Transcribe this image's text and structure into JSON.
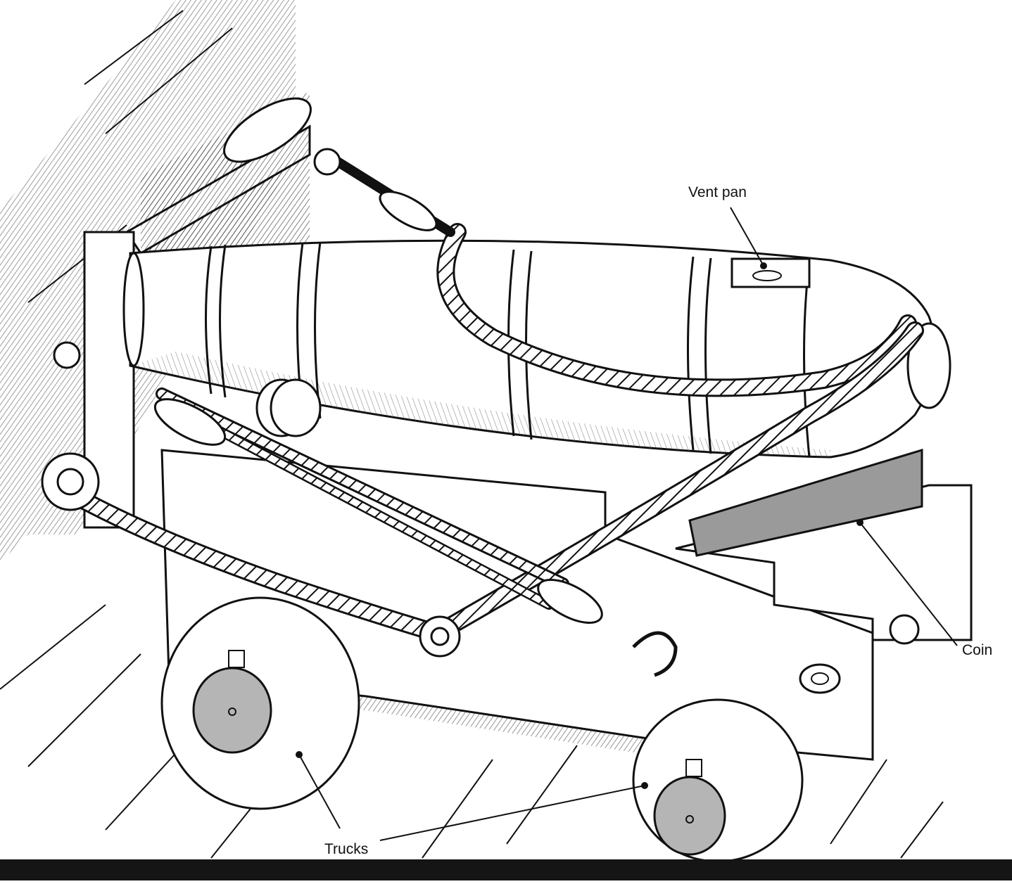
{
  "labels": {
    "vent_pan": "Vent pan",
    "coin": "Coin",
    "trucks": "Trucks"
  },
  "colors": {
    "ink": "#111111",
    "paper": "#ffffff",
    "shade": "#9a9a9a",
    "hub": "#b5b5b5",
    "band": "#151515"
  }
}
